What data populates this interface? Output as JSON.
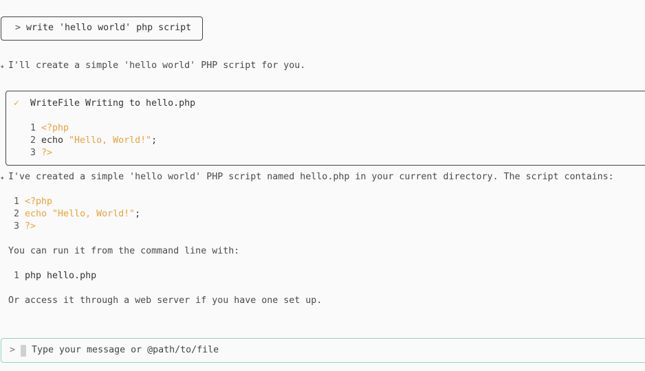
{
  "user_prompt": {
    "chevron": ">",
    "text": "write 'hello world' php script"
  },
  "assistant_intro": {
    "bullet": "✦",
    "text": "I'll create a simple 'hello world' PHP script for you."
  },
  "tool_call": {
    "status_icon": "✓",
    "tool": "WriteFile",
    "description": "Writing to hello.php",
    "code_lines": [
      {
        "n": "1",
        "parts": [
          {
            "t": "<?php",
            "c": "kw"
          }
        ]
      },
      {
        "n": "2",
        "parts": [
          {
            "t": "echo ",
            "c": "plain"
          },
          {
            "t": "\"Hello, World!\"",
            "c": "str"
          },
          {
            "t": ";",
            "c": "plain"
          }
        ]
      },
      {
        "n": "3",
        "parts": [
          {
            "t": "?>",
            "c": "kw"
          }
        ]
      }
    ]
  },
  "assistant_reply": {
    "bullet": "✦",
    "text": "I've created a simple 'hello world' PHP script named hello.php in your current directory. The script contains:",
    "code_lines": [
      {
        "n": "1",
        "parts": [
          {
            "t": "<?php",
            "c": "kw"
          }
        ]
      },
      {
        "n": "2",
        "parts": [
          {
            "t": "echo ",
            "c": "kw"
          },
          {
            "t": "\"Hello, World!\"",
            "c": "str"
          },
          {
            "t": ";",
            "c": "plain"
          }
        ]
      },
      {
        "n": "3",
        "parts": [
          {
            "t": "?>",
            "c": "kw"
          }
        ]
      }
    ],
    "run_text": "You can run it from the command line with:",
    "run_code": [
      {
        "n": "1",
        "parts": [
          {
            "t": "php hello.php",
            "c": "plain"
          }
        ]
      }
    ],
    "outro": "Or access it through a web server if you have one set up."
  },
  "input": {
    "chevron": ">",
    "placeholder": "Type your message or @path/to/file"
  },
  "colors": {
    "accent": "#e8a339",
    "input_border": "#8fd6b8",
    "box_border": "#444444"
  }
}
